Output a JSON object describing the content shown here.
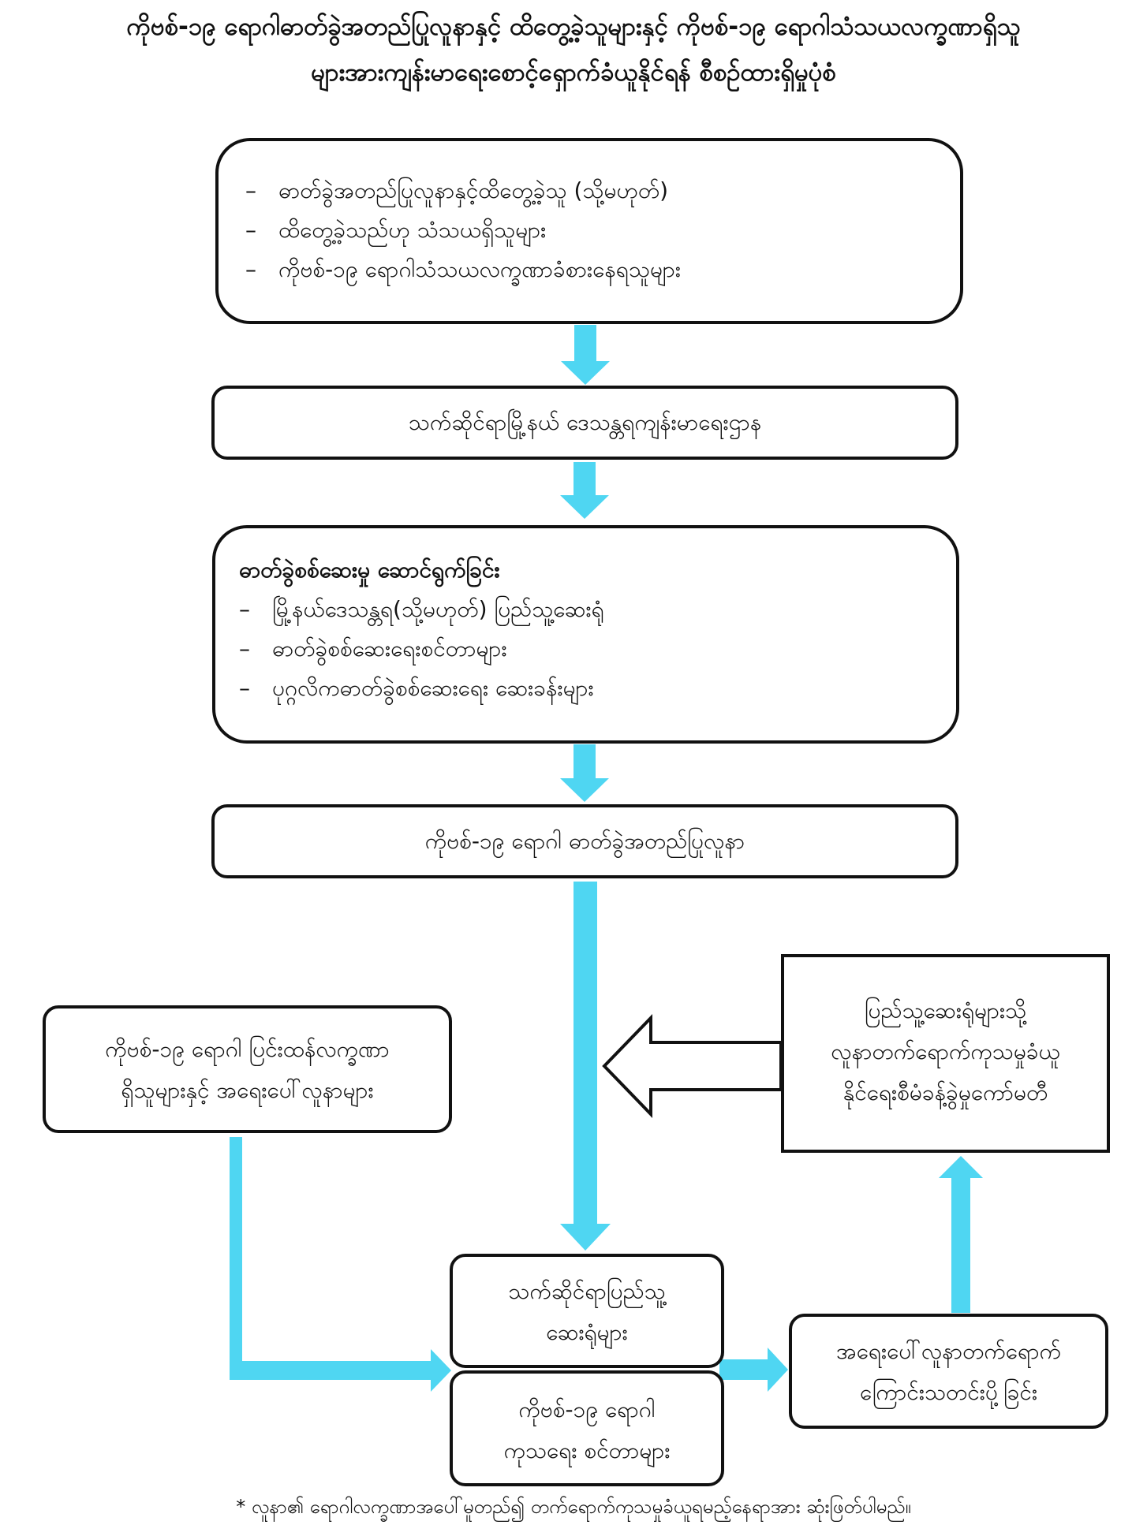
{
  "title": {
    "line1": "ကိုဗစ်-၁၉ ရောဂါဓာတ်ခွဲအတည်ပြုလူနာနှင့် ထိတွေ့ခဲ့သူများနှင့် ကိုဗစ်-၁၉ ရောဂါသံသယလက္ခဏာရှိသူ",
    "line2": "များအားကျန်းမာရေးစောင့်ရှောက်ခံယူနိုင်ရန် စီစဉ်ထားရှိမှုပုံစံ"
  },
  "nodes": {
    "start": {
      "items": [
        "ဓာတ်ခွဲအတည်ပြုလူနာနှင့်ထိတွေ့ခဲ့သူ (သို့မဟုတ်)",
        "ထိတွေ့ခဲ့သည်ဟု သံသယရှိသူများ",
        "ကိုဗစ်-၁၉ ရောဂါသံသယလက္ခဏာခံစားနေရသူများ"
      ]
    },
    "health_dept": {
      "label": "သက်ဆိုင်ရာမြို့နယ် ဒေသန္တရကျန်းမာရေးဌာန"
    },
    "lab_test": {
      "heading": "ဓာတ်ခွဲစစ်ဆေးမှု ဆောင်ရွက်ခြင်း",
      "items": [
        "မြို့နယ်ဒေသန္တရ(သို့မဟုတ်) ပြည်သူ့ဆေးရုံ",
        "ဓာတ်ခွဲစစ်ဆေးရေးစင်တာများ",
        "ပုဂ္ဂလိကဓာတ်ခွဲစစ်ဆေးရေး ဆေးခန်းများ"
      ]
    },
    "confirmed": {
      "label": "ကိုဗစ်-၁၉ ရောဂါ ဓာတ်ခွဲအတည်ပြုလူနာ"
    },
    "severe": {
      "line1": "ကိုဗစ်-၁၉ ရောဂါ ပြင်းထန်လက္ခဏာ",
      "line2": "ရှိသူများနှင့် အရေးပေါ်လူနာများ"
    },
    "committee": {
      "line1": "ပြည်သူ့ဆေးရုံများသို့",
      "line2": "လူနာတက်ရောက်ကုသမှုခံယူ",
      "line3": "နိုင်ရေးစီမံခန့်ခွဲမှုကော်မတီ"
    },
    "hospitals": {
      "line1": "သက်ဆိုင်ရာပြည်သူ့",
      "line2": "ဆေးရုံများ"
    },
    "treatment_centers": {
      "line1": "ကိုဗစ်-၁၉ ရောဂါ",
      "line2": "ကုသရေး စင်တာများ"
    },
    "report": {
      "line1": "အရေးပေါ်လူနာတက်ရောက်",
      "line2": "ကြောင်းသတင်းပို့ခြင်း"
    }
  },
  "footnote": "* လူနာ၏ ရောဂါလက္ခဏာအပေါ်မူတည်၍ တက်ရောက်ကုသမှုခံယူရမည့်နေရာအား ဆုံးဖြတ်ပါမည်။",
  "colors": {
    "arrow": "#4fd6f2",
    "border": "#111111"
  }
}
